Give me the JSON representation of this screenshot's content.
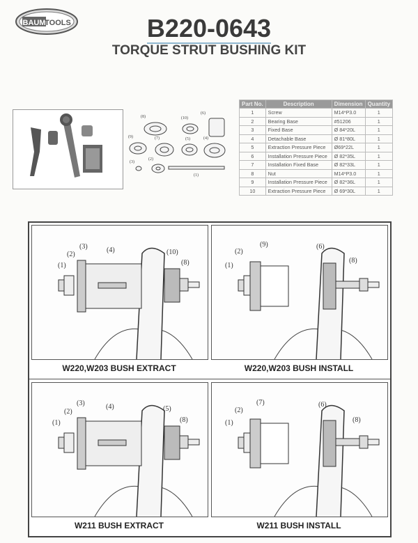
{
  "header": {
    "logo_text": "BAUM TOOLS",
    "part_number": "B220-0643",
    "subtitle": "TORQUE STRUT BUSHING KIT"
  },
  "parts_table": {
    "columns": [
      "Part No.",
      "Description",
      "Dimension",
      "Quantity"
    ],
    "rows": [
      [
        "1",
        "Screw",
        "M14*P3.0",
        "1"
      ],
      [
        "2",
        "Bearing Base",
        "#51206",
        "1"
      ],
      [
        "3",
        "Fixed Base",
        "Ø 84*20L",
        "1"
      ],
      [
        "4",
        "Detachable Base",
        "Ø 81*80L",
        "1"
      ],
      [
        "5",
        "Extraction Pressure Piece",
        "Ø69*22L",
        "1"
      ],
      [
        "6",
        "Installation Pressure Piece",
        "Ø 82*35L",
        "1"
      ],
      [
        "7",
        "Installation Fixed Base",
        "Ø 82*33L",
        "1"
      ],
      [
        "8",
        "Nut",
        "M14*P3.0",
        "1"
      ],
      [
        "9",
        "Installation Pressure Piece",
        "Ø 82*36L",
        "1"
      ],
      [
        "10",
        "Extraction Pressure Piece",
        "Ø 69*30L",
        "1"
      ]
    ]
  },
  "parts_diagram_labels": [
    "(8)",
    "(10)",
    "(6)",
    "(9)",
    "(7)",
    "(5)",
    "(4)",
    "(3)",
    "(2)",
    "(1)"
  ],
  "panels": [
    {
      "caption": "W220,W203 BUSH EXTRACT",
      "labels": [
        "(1)",
        "(2)",
        "(3)",
        "(4)",
        "(10)",
        "(8)"
      ]
    },
    {
      "caption": "W220,W203 BUSH INSTALL",
      "labels": [
        "(1)",
        "(2)",
        "(9)",
        "(6)",
        "(8)"
      ]
    },
    {
      "caption": "W211 BUSH EXTRACT",
      "labels": [
        "(1)",
        "(2)",
        "(3)",
        "(4)",
        "(5)",
        "(8)"
      ]
    },
    {
      "caption": "W211 BUSH INSTALL",
      "labels": [
        "(1)",
        "(2)",
        "(7)",
        "(6)",
        "(8)"
      ]
    }
  ]
}
